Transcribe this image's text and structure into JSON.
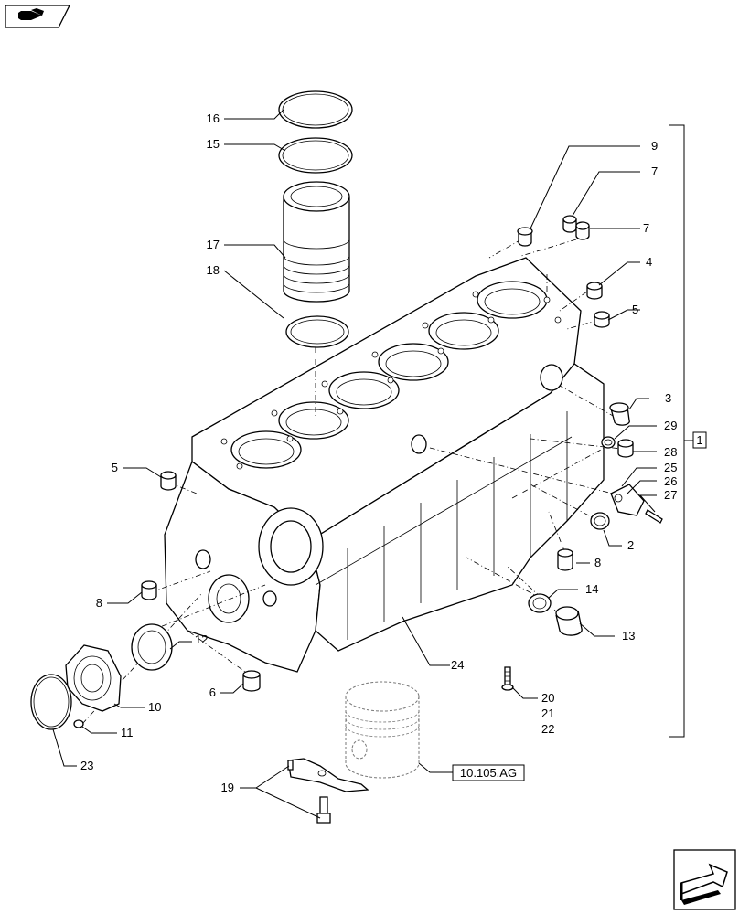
{
  "callouts": [
    {
      "id": "16",
      "text": "16"
    },
    {
      "id": "15",
      "text": "15"
    },
    {
      "id": "17",
      "text": "17"
    },
    {
      "id": "18",
      "text": "18"
    },
    {
      "id": "9",
      "text": "9"
    },
    {
      "id": "7a",
      "text": "7"
    },
    {
      "id": "7b",
      "text": "7"
    },
    {
      "id": "4",
      "text": "4"
    },
    {
      "id": "5a",
      "text": "5"
    },
    {
      "id": "3",
      "text": "3"
    },
    {
      "id": "29",
      "text": "29"
    },
    {
      "id": "28",
      "text": "28"
    },
    {
      "id": "25",
      "text": "25"
    },
    {
      "id": "26",
      "text": "26"
    },
    {
      "id": "27",
      "text": "27"
    },
    {
      "id": "2",
      "text": "2"
    },
    {
      "id": "8a",
      "text": "8"
    },
    {
      "id": "5b",
      "text": "5"
    },
    {
      "id": "8b",
      "text": "8"
    },
    {
      "id": "14",
      "text": "14"
    },
    {
      "id": "13",
      "text": "13"
    },
    {
      "id": "12",
      "text": "12"
    },
    {
      "id": "24",
      "text": "24"
    },
    {
      "id": "6",
      "text": "6"
    },
    {
      "id": "10",
      "text": "10"
    },
    {
      "id": "11",
      "text": "11"
    },
    {
      "id": "20",
      "text": "20"
    },
    {
      "id": "21",
      "text": "21"
    },
    {
      "id": "22",
      "text": "22"
    },
    {
      "id": "23",
      "text": "23"
    },
    {
      "id": "19",
      "text": "19"
    }
  ],
  "group_label": "1",
  "reference_label": "10.105.AG",
  "icons": {
    "top_left": "book-pointer-icon",
    "bottom_right": "next-page-arrow-icon"
  }
}
